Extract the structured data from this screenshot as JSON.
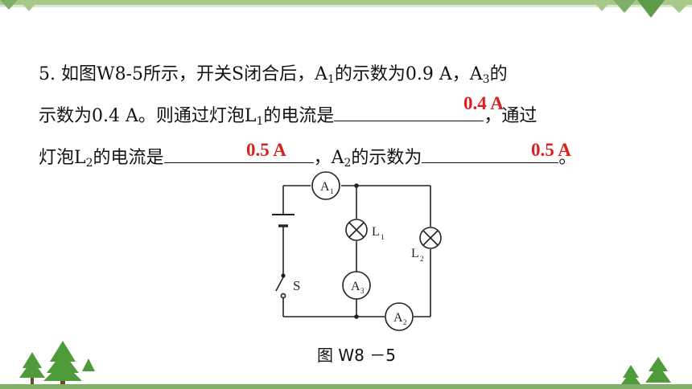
{
  "question": {
    "line1": {
      "p1": "5. 如图W8-5所示，开关S闭合后，A",
      "s1": "1",
      "p2": "的示数为0.9 A，A",
      "s2": "3",
      "p3": "的"
    },
    "line2": {
      "p1": "示数为0.4 A。则通过灯泡L",
      "s1": "1",
      "p2": "的电流是",
      "p3": "，通过"
    },
    "line3": {
      "p1": "灯泡L",
      "s1": "2",
      "p2": "的电流是",
      "p3": "，A",
      "s2": "2",
      "p4": "的示数为",
      "p5": "。"
    }
  },
  "answers": {
    "a1": "0.4 A",
    "a2": "0.5 A",
    "a3": "0.5 A"
  },
  "figure": {
    "caption": "图 W8 －5",
    "meters": {
      "a1": "A",
      "a1_sub": "1",
      "a2": "A",
      "a2_sub": "2",
      "a3": "A",
      "a3_sub": "3"
    },
    "lamps": {
      "l1": "L",
      "l1_sub": "1",
      "l2": "L",
      "l2_sub": "2"
    },
    "switch_label": "S"
  },
  "colors": {
    "answer": "#d9211f",
    "accent_green": "#7fb069"
  }
}
